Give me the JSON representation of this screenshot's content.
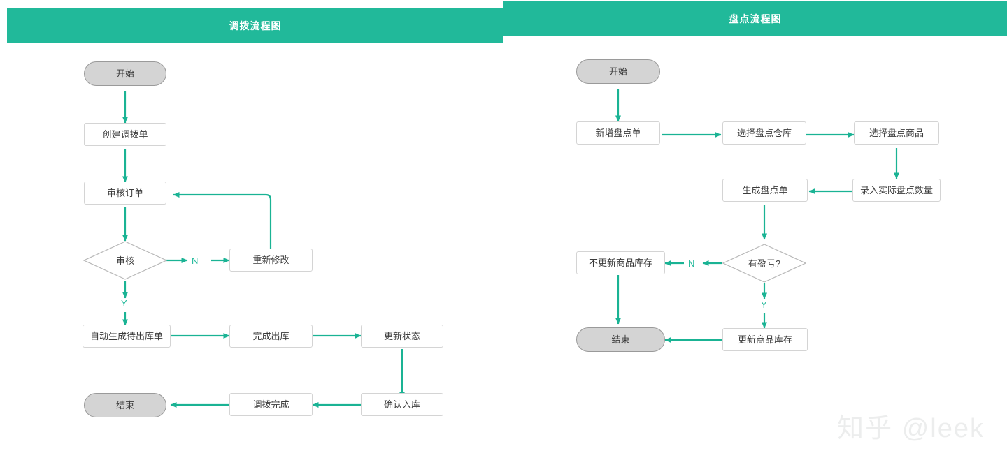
{
  "theme": {
    "header_bg": "#21b99a",
    "header_text": "#ffffff",
    "edge_color": "#1ab394",
    "terminal_fill": "#d4d4d4",
    "terminal_border": "#9a9a9a",
    "process_fill": "#ffffff",
    "process_border": "#d4d4d4",
    "decision_border": "#b8b8b8",
    "node_text": "#3b3b3b",
    "label_text": "#21b99a",
    "watermark_color": "#eceded",
    "page_bg": "#ffffff"
  },
  "panels": [
    {
      "id": "transfer-flow",
      "title": "调拨流程图",
      "nodes": [
        {
          "id": "l-start",
          "label": "开始",
          "type": "terminal"
        },
        {
          "id": "l-create",
          "label": "创建调拨单",
          "type": "process"
        },
        {
          "id": "l-audit",
          "label": "审核订单",
          "type": "process"
        },
        {
          "id": "l-check",
          "label": "审核",
          "type": "decision"
        },
        {
          "id": "l-modify",
          "label": "重新修改",
          "type": "process"
        },
        {
          "id": "l-autogen",
          "label": "自动生成待出库单",
          "type": "process"
        },
        {
          "id": "l-outbound",
          "label": "完成出库",
          "type": "process"
        },
        {
          "id": "l-status",
          "label": "更新状态",
          "type": "process"
        },
        {
          "id": "l-inbound",
          "label": "确认入库",
          "type": "process"
        },
        {
          "id": "l-done",
          "label": "调拨完成",
          "type": "process"
        },
        {
          "id": "l-end",
          "label": "结束",
          "type": "terminal"
        }
      ],
      "edge_labels": [
        {
          "id": "l-edge-n",
          "label": "N"
        },
        {
          "id": "l-edge-y",
          "label": "Y"
        }
      ],
      "edges": [
        {
          "from": "l-start",
          "to": "l-create"
        },
        {
          "from": "l-create",
          "to": "l-audit"
        },
        {
          "from": "l-audit",
          "to": "l-check"
        },
        {
          "from": "l-check",
          "to": "l-modify",
          "label": "N"
        },
        {
          "from": "l-modify",
          "to": "l-audit"
        },
        {
          "from": "l-check",
          "to": "l-autogen",
          "label": "Y"
        },
        {
          "from": "l-autogen",
          "to": "l-outbound"
        },
        {
          "from": "l-outbound",
          "to": "l-status"
        },
        {
          "from": "l-status",
          "to": "l-inbound"
        },
        {
          "from": "l-inbound",
          "to": "l-done"
        },
        {
          "from": "l-done",
          "to": "l-end"
        }
      ]
    },
    {
      "id": "stocktake-flow",
      "title": "盘点流程图",
      "nodes": [
        {
          "id": "r-start",
          "label": "开始",
          "type": "terminal"
        },
        {
          "id": "r-add",
          "label": "新增盘点单",
          "type": "process"
        },
        {
          "id": "r-warehouse",
          "label": "选择盘点仓库",
          "type": "process"
        },
        {
          "id": "r-goods",
          "label": "选择盘点商品",
          "type": "process"
        },
        {
          "id": "r-qty",
          "label": "录入实际盘点数量",
          "type": "process"
        },
        {
          "id": "r-gen",
          "label": "生成盘点单",
          "type": "process"
        },
        {
          "id": "r-diff",
          "label": "有盈亏?",
          "type": "decision"
        },
        {
          "id": "r-nostock",
          "label": "不更新商品库存",
          "type": "process"
        },
        {
          "id": "r-stock",
          "label": "更新商品库存",
          "type": "process"
        },
        {
          "id": "r-end",
          "label": "结束",
          "type": "terminal"
        }
      ],
      "edge_labels": [
        {
          "id": "r-edge-n",
          "label": "N"
        },
        {
          "id": "r-edge-y",
          "label": "Y"
        }
      ],
      "edges": [
        {
          "from": "r-start",
          "to": "r-add"
        },
        {
          "from": "r-add",
          "to": "r-warehouse"
        },
        {
          "from": "r-warehouse",
          "to": "r-goods"
        },
        {
          "from": "r-goods",
          "to": "r-qty"
        },
        {
          "from": "r-qty",
          "to": "r-gen"
        },
        {
          "from": "r-gen",
          "to": "r-diff"
        },
        {
          "from": "r-diff",
          "to": "r-nostock",
          "label": "N"
        },
        {
          "from": "r-diff",
          "to": "r-stock",
          "label": "Y"
        },
        {
          "from": "r-nostock",
          "to": "r-end"
        },
        {
          "from": "r-stock",
          "to": "r-end"
        }
      ]
    }
  ],
  "watermark": {
    "text": "知乎 @leek"
  }
}
